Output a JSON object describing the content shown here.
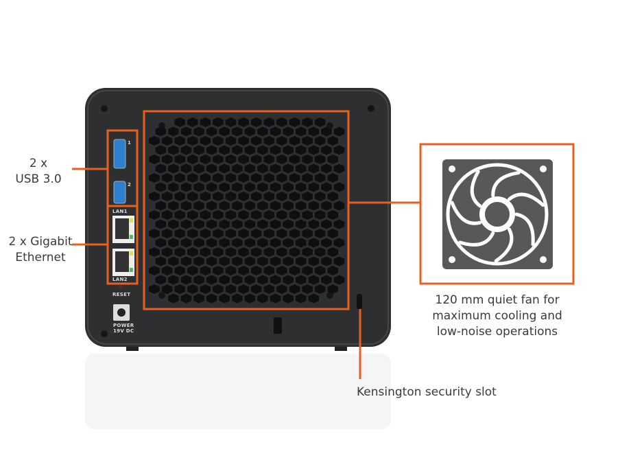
{
  "colors": {
    "accent": "#e8601c",
    "device": "#2e2f31",
    "icon": "#58585a"
  },
  "callouts": {
    "usb": {
      "line1": "2 x",
      "line2": "USB 3.0"
    },
    "ethernet": {
      "line1": "2 x Gigabit",
      "line2": "Ethernet"
    },
    "fan": {
      "line1": "120 mm quiet fan for",
      "line2": "maximum cooling and",
      "line3": "low-noise operations"
    },
    "kensington": "Kensington security slot"
  },
  "device_labels": {
    "usb1": "1",
    "usb2": "2",
    "lan1": "LAN1",
    "lan2": "LAN2",
    "reset": "RESET",
    "power1": "POWER",
    "power2": "19V DC"
  }
}
